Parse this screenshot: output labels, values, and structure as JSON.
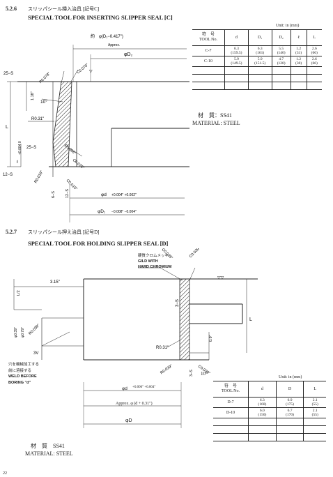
{
  "section1": {
    "number": "5.2.6",
    "jp_title": "スリッパシール挿入治具 [記号C]",
    "title": "SPECIAL TOOL FOR INSERTING SLIPPER SEAL [C]",
    "unit": "Unit: in (mm)",
    "table": {
      "tool_jp": "符　号",
      "tool_en": "TOOL No.",
      "cols": [
        "d",
        "D₁",
        "D₂",
        "ℓ",
        "L"
      ],
      "rows": [
        {
          "name": "C-7",
          "vals": [
            [
              "6.3",
              "(159.5)"
            ],
            [
              "6.3",
              "(161)"
            ],
            [
              "5.5",
              "(140)"
            ],
            [
              "1.2",
              "(31)"
            ],
            [
              "2.6",
              "(66)"
            ]
          ]
        },
        {
          "name": "C-10",
          "vals": [
            [
              "5.9",
              "(149.5)"
            ],
            [
              "5.9",
              "(151.5)"
            ],
            [
              "4.7",
              "(120)"
            ],
            [
              "1.2",
              "(30)"
            ],
            [
              "2.6",
              "(66)"
            ]
          ]
        }
      ]
    },
    "material_jp": "材　質：SS41",
    "material_en": "MATERIAL: STEEL",
    "labels": {
      "d1_top": "約　φ(D₁−0.417\")",
      "approx": "Approx.",
      "d2": "φD₂",
      "v1": "▽",
      "r078": "R0.078\"",
      "c078": "C0.078\"",
      "ten_deg": "10°",
      "dim118": "1.18\"",
      "L": "L",
      "r031": "R0.31\"",
      "r008": "R0.008\"",
      "c078b": "C0.078\"",
      "ell": "ℓ",
      "ell_tol": "+0.004 0",
      "s25a": "25−S",
      "s25b": "25−S",
      "s12a": "12−S",
      "s12b": "12−S",
      "s6": "6−S",
      "r019": "R0.019\"",
      "c019": "C0.019\"",
      "phid": "φd",
      "phid_tol": "+0.004\" +0.002\"",
      "phid1": "φD₁",
      "phid1_tol": "−0.008\" −0.004\""
    }
  },
  "section2": {
    "number": "5.2.7",
    "jp_title": "スリッパシール押え治具 [記号D]",
    "title": "SPECIAL TOOL FOR HOLDING SLIPPER SEAL [D]",
    "unit": "Unit: in (mm)",
    "table": {
      "tool_jp": "符　号",
      "tool_en": "TOOL No.",
      "cols": [
        "d",
        "D",
        "L"
      ],
      "rows": [
        {
          "name": "D-7",
          "vals": [
            [
              "6.3",
              "(160)"
            ],
            [
              "6.9",
              "(175)"
            ],
            [
              "2.1",
              "(55)"
            ]
          ]
        },
        {
          "name": "D-10",
          "vals": [
            [
              "6.0",
              "(150)"
            ],
            [
              "6.7",
              "(170)"
            ],
            [
              "2.1",
              "(55)"
            ]
          ]
        }
      ]
    },
    "material_jp": "材　質　SS41",
    "material_en": "MATERIAL: STEEL",
    "labels": {
      "chrome_jp": "硬質クロムメッキ",
      "chrome_en1": "GILD WITH",
      "chrome_en2": "HARD CHROMIUM",
      "c039a": "C0.039\"",
      "c039b": "C0.039\"",
      "dim315": "3.15\"",
      "Lhalf": "L/2",
      "s3a": "3−S",
      "L": "L",
      "phi039": "φ0.39\"",
      "phi079": "φ0.79\"",
      "r039": "R0.039\"",
      "r031": "R0.31\"",
      "dim09": "0.9\"",
      "weld_jp1": "穴を機械加工する",
      "weld_jp2": "前に溶接する",
      "weld_en1": "WELD BEFORE",
      "weld_en2": "BORING \"d\"",
      "v3": "3V",
      "r039b": "R0.039\"",
      "c039c": "C0.039\"",
      "s3b": "3−S",
      "phid": "φd",
      "phid_tol": "+0.006\" +0.004\"",
      "ten_deg": "10°",
      "approx": "Approx. φ (d + 0.31\")",
      "phiD": "φD"
    }
  },
  "page_number": "22"
}
